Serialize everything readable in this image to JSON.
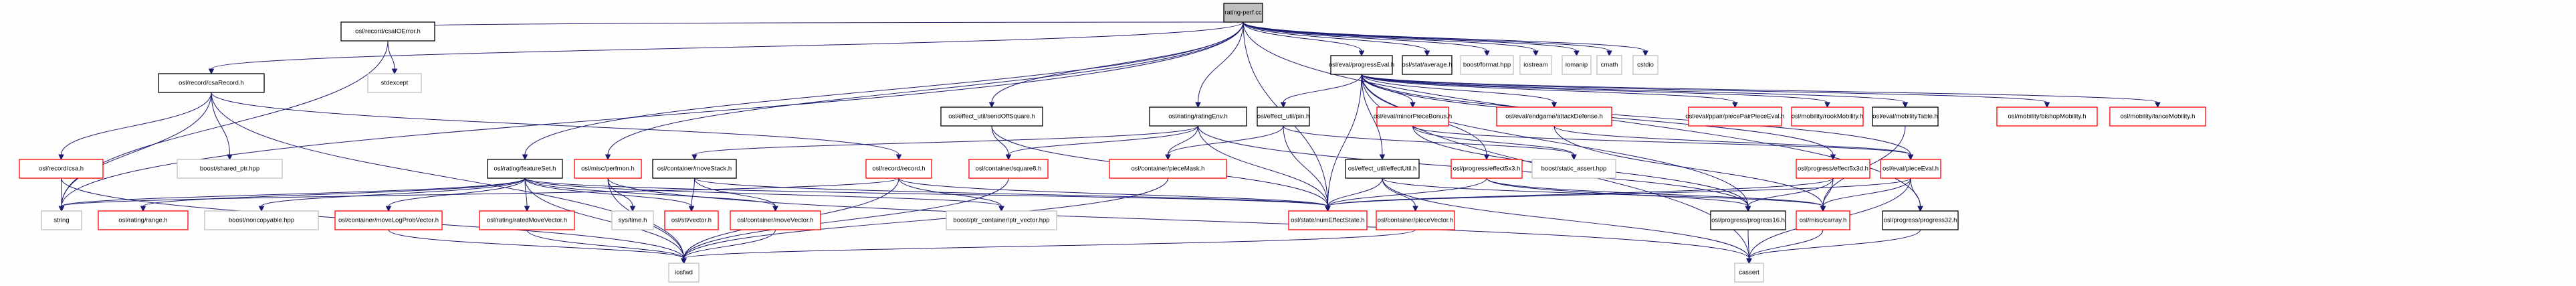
{
  "title": "rating-perf.cc include dependency graph",
  "colors": {
    "edge": "#191970",
    "source_fill": "#bfbfbf",
    "documented_border": "#000000",
    "truncated_border": "#ff0000",
    "external_border": "#bfbfbf"
  },
  "nodes": [
    {
      "id": "rating_perf",
      "label": "rating-perf.cc",
      "kind": "source"
    },
    {
      "id": "csaIOError",
      "label": "osl/record/csaIOError.h",
      "kind": "documented"
    },
    {
      "id": "stdexcept",
      "label": "stdexcept",
      "kind": "external"
    },
    {
      "id": "csaRecord",
      "label": "osl/record/csaRecord.h",
      "kind": "documented"
    },
    {
      "id": "csa",
      "label": "osl/record/csa.h",
      "kind": "truncated"
    },
    {
      "id": "shared_ptr",
      "label": "boost/shared_ptr.hpp",
      "kind": "external"
    },
    {
      "id": "string",
      "label": "string",
      "kind": "external"
    },
    {
      "id": "range",
      "label": "osl/rating/range.h",
      "kind": "truncated"
    },
    {
      "id": "noncopyable",
      "label": "boost/noncopyable.hpp",
      "kind": "external"
    },
    {
      "id": "moveLogProbVector",
      "label": "osl/container/moveLogProbVector.h",
      "kind": "truncated"
    },
    {
      "id": "featureSet",
      "label": "osl/rating/featureSet.h",
      "kind": "documented"
    },
    {
      "id": "perfmon",
      "label": "osl/misc/perfmon.h",
      "kind": "truncated"
    },
    {
      "id": "moveStack",
      "label": "osl/container/moveStack.h",
      "kind": "documented"
    },
    {
      "id": "ratedMoveVector",
      "label": "osl/rating/ratedMoveVector.h",
      "kind": "truncated"
    },
    {
      "id": "systime",
      "label": "sys/time.h",
      "kind": "external"
    },
    {
      "id": "stlvector",
      "label": "osl/stl/vector.h",
      "kind": "truncated"
    },
    {
      "id": "moveVector",
      "label": "osl/container/moveVector.h",
      "kind": "truncated"
    },
    {
      "id": "ptr_vector",
      "label": "boost/ptr_container/ptr_vector.hpp",
      "kind": "external"
    },
    {
      "id": "iosfwd",
      "label": "iosfwd",
      "kind": "external"
    },
    {
      "id": "record",
      "label": "osl/record/record.h",
      "kind": "truncated"
    },
    {
      "id": "sendOffSquare",
      "label": "osl/effect_util/sendOffSquare.h",
      "kind": "documented"
    },
    {
      "id": "ratingEnv",
      "label": "osl/rating/ratingEnv.h",
      "kind": "documented"
    },
    {
      "id": "square8",
      "label": "osl/container/square8.h",
      "kind": "truncated"
    },
    {
      "id": "pieceMask",
      "label": "osl/container/pieceMask.h",
      "kind": "truncated"
    },
    {
      "id": "numEffectState",
      "label": "osl/state/numEffectState.h",
      "kind": "truncated"
    },
    {
      "id": "effectUtil",
      "label": "osl/effect_util/effectUtil.h",
      "kind": "documented"
    },
    {
      "id": "pieceVector",
      "label": "osl/container/pieceVector.h",
      "kind": "truncated"
    },
    {
      "id": "pin",
      "label": "osl/effect_util/pin.h",
      "kind": "documented"
    },
    {
      "id": "progressEval",
      "label": "osl/eval/progressEval.h",
      "kind": "documented"
    },
    {
      "id": "average",
      "label": "osl/stat/average.h",
      "kind": "documented"
    },
    {
      "id": "format",
      "label": "boost/format.hpp",
      "kind": "external"
    },
    {
      "id": "iostream",
      "label": "iostream",
      "kind": "external"
    },
    {
      "id": "iomanip",
      "label": "iomanip",
      "kind": "external"
    },
    {
      "id": "cmath",
      "label": "cmath",
      "kind": "external"
    },
    {
      "id": "cstdio",
      "label": "cstdio",
      "kind": "external"
    },
    {
      "id": "minorPieceBonus",
      "label": "osl/eval/minorPieceBonus.h",
      "kind": "truncated"
    },
    {
      "id": "attackDefense",
      "label": "osl/eval/endgame/attackDefense.h",
      "kind": "truncated"
    },
    {
      "id": "piecePairPieceEval",
      "label": "osl/eval/ppair/piecePairPieceEval.h",
      "kind": "truncated"
    },
    {
      "id": "rookMobility",
      "label": "osl/mobility/rookMobility.h",
      "kind": "truncated"
    },
    {
      "id": "mobilityTable",
      "label": "osl/eval/mobilityTable.h",
      "kind": "documented"
    },
    {
      "id": "bishopMobility",
      "label": "osl/mobility/bishopMobility.h",
      "kind": "truncated"
    },
    {
      "id": "lanceMobility",
      "label": "osl/mobility/lanceMobility.h",
      "kind": "truncated"
    },
    {
      "id": "effect5x3",
      "label": "osl/progress/effect5x3.h",
      "kind": "truncated"
    },
    {
      "id": "static_assert",
      "label": "boost/static_assert.hpp",
      "kind": "external"
    },
    {
      "id": "effect5x3d",
      "label": "osl/progress/effect5x3d.h",
      "kind": "truncated"
    },
    {
      "id": "pieceEval",
      "label": "osl/eval/pieceEval.h",
      "kind": "truncated"
    },
    {
      "id": "progress16",
      "label": "osl/progress/progress16.h",
      "kind": "documented"
    },
    {
      "id": "carray",
      "label": "osl/misc/carray.h",
      "kind": "truncated"
    },
    {
      "id": "progress32",
      "label": "osl/progress/progress32.h",
      "kind": "documented"
    },
    {
      "id": "cassert",
      "label": "cassert",
      "kind": "external"
    }
  ],
  "edges": [
    [
      "rating_perf",
      "csaIOError"
    ],
    [
      "rating_perf",
      "csaRecord"
    ],
    [
      "rating_perf",
      "featureSet"
    ],
    [
      "rating_perf",
      "perfmon"
    ],
    [
      "rating_perf",
      "sendOffSquare"
    ],
    [
      "rating_perf",
      "ratingEnv"
    ],
    [
      "rating_perf",
      "progressEval"
    ],
    [
      "rating_perf",
      "average"
    ],
    [
      "rating_perf",
      "format"
    ],
    [
      "rating_perf",
      "iostream"
    ],
    [
      "rating_perf",
      "iomanip"
    ],
    [
      "rating_perf",
      "cmath"
    ],
    [
      "rating_perf",
      "cstdio"
    ],
    [
      "rating_perf",
      "string"
    ],
    [
      "rating_perf",
      "numEffectState"
    ],
    [
      "rating_perf",
      "progress32"
    ],
    [
      "csaIOError",
      "stdexcept"
    ],
    [
      "csaIOError",
      "string"
    ],
    [
      "csaRecord",
      "csa"
    ],
    [
      "csaRecord",
      "shared_ptr"
    ],
    [
      "csaRecord",
      "string"
    ],
    [
      "csaRecord",
      "record"
    ],
    [
      "csaRecord",
      "iosfwd"
    ],
    [
      "csa",
      "string"
    ],
    [
      "csa",
      "iosfwd"
    ],
    [
      "featureSet",
      "string"
    ],
    [
      "featureSet",
      "range"
    ],
    [
      "featureSet",
      "noncopyable"
    ],
    [
      "featureSet",
      "moveLogProbVector"
    ],
    [
      "featureSet",
      "ratedMoveVector"
    ],
    [
      "featureSet",
      "stlvector"
    ],
    [
      "featureSet",
      "moveVector"
    ],
    [
      "featureSet",
      "ptr_vector"
    ],
    [
      "featureSet",
      "iosfwd"
    ],
    [
      "featureSet",
      "numEffectState"
    ],
    [
      "moveLogProbVector",
      "iosfwd"
    ],
    [
      "ratedMoveVector",
      "iosfwd"
    ],
    [
      "perfmon",
      "systime"
    ],
    [
      "perfmon",
      "iosfwd"
    ],
    [
      "perfmon",
      "cassert"
    ],
    [
      "moveStack",
      "stlvector"
    ],
    [
      "moveStack",
      "moveVector"
    ],
    [
      "moveStack",
      "numEffectState"
    ],
    [
      "moveVector",
      "iosfwd"
    ],
    [
      "record",
      "string"
    ],
    [
      "record",
      "ptr_vector"
    ],
    [
      "record",
      "iosfwd"
    ],
    [
      "record",
      "numEffectState"
    ],
    [
      "sendOffSquare",
      "square8"
    ],
    [
      "sendOffSquare",
      "numEffectState"
    ],
    [
      "ratingEnv",
      "moveStack"
    ],
    [
      "ratingEnv",
      "square8"
    ],
    [
      "ratingEnv",
      "pieceMask"
    ],
    [
      "ratingEnv",
      "numEffectState"
    ],
    [
      "ratingEnv",
      "progress16"
    ],
    [
      "square8",
      "iosfwd"
    ],
    [
      "pieceMask",
      "iosfwd"
    ],
    [
      "pin",
      "pieceMask"
    ],
    [
      "pin",
      "numEffectState"
    ],
    [
      "pin",
      "static_assert"
    ],
    [
      "effectUtil",
      "numEffectState"
    ],
    [
      "effectUtil",
      "pieceVector"
    ],
    [
      "effectUtil",
      "cassert"
    ],
    [
      "effectUtil",
      "carray"
    ],
    [
      "pieceVector",
      "iosfwd"
    ],
    [
      "progressEval",
      "pin"
    ],
    [
      "progressEval",
      "effectUtil"
    ],
    [
      "progressEval",
      "minorPieceBonus"
    ],
    [
      "progressEval",
      "attackDefense"
    ],
    [
      "progressEval",
      "piecePairPieceEval"
    ],
    [
      "progressEval",
      "rookMobility"
    ],
    [
      "progressEval",
      "mobilityTable"
    ],
    [
      "progressEval",
      "bishopMobility"
    ],
    [
      "progressEval",
      "lanceMobility"
    ],
    [
      "progressEval",
      "effect5x3"
    ],
    [
      "progressEval",
      "effect5x3d"
    ],
    [
      "progressEval",
      "pieceEval"
    ],
    [
      "progressEval",
      "progress16"
    ],
    [
      "progressEval",
      "numEffectState"
    ],
    [
      "progressEval",
      "cassert"
    ],
    [
      "minorPieceBonus",
      "static_assert"
    ],
    [
      "minorPieceBonus",
      "pieceEval"
    ],
    [
      "minorPieceBonus",
      "progress16"
    ],
    [
      "attackDefense",
      "pieceEval"
    ],
    [
      "attackDefense",
      "carray"
    ],
    [
      "mobilityTable",
      "carray"
    ],
    [
      "effect5x3",
      "numEffectState"
    ],
    [
      "effect5x3",
      "progress16"
    ],
    [
      "effect5x3",
      "carray"
    ],
    [
      "effect5x3d",
      "numEffectState"
    ],
    [
      "effect5x3d",
      "progress16"
    ],
    [
      "effect5x3d",
      "carray"
    ],
    [
      "pieceEval",
      "numEffectState"
    ],
    [
      "pieceEval",
      "carray"
    ],
    [
      "pieceEval",
      "progress32"
    ],
    [
      "pieceEval",
      "cassert"
    ],
    [
      "progress16",
      "cassert"
    ],
    [
      "carray",
      "cassert"
    ],
    [
      "progress32",
      "cassert"
    ]
  ]
}
